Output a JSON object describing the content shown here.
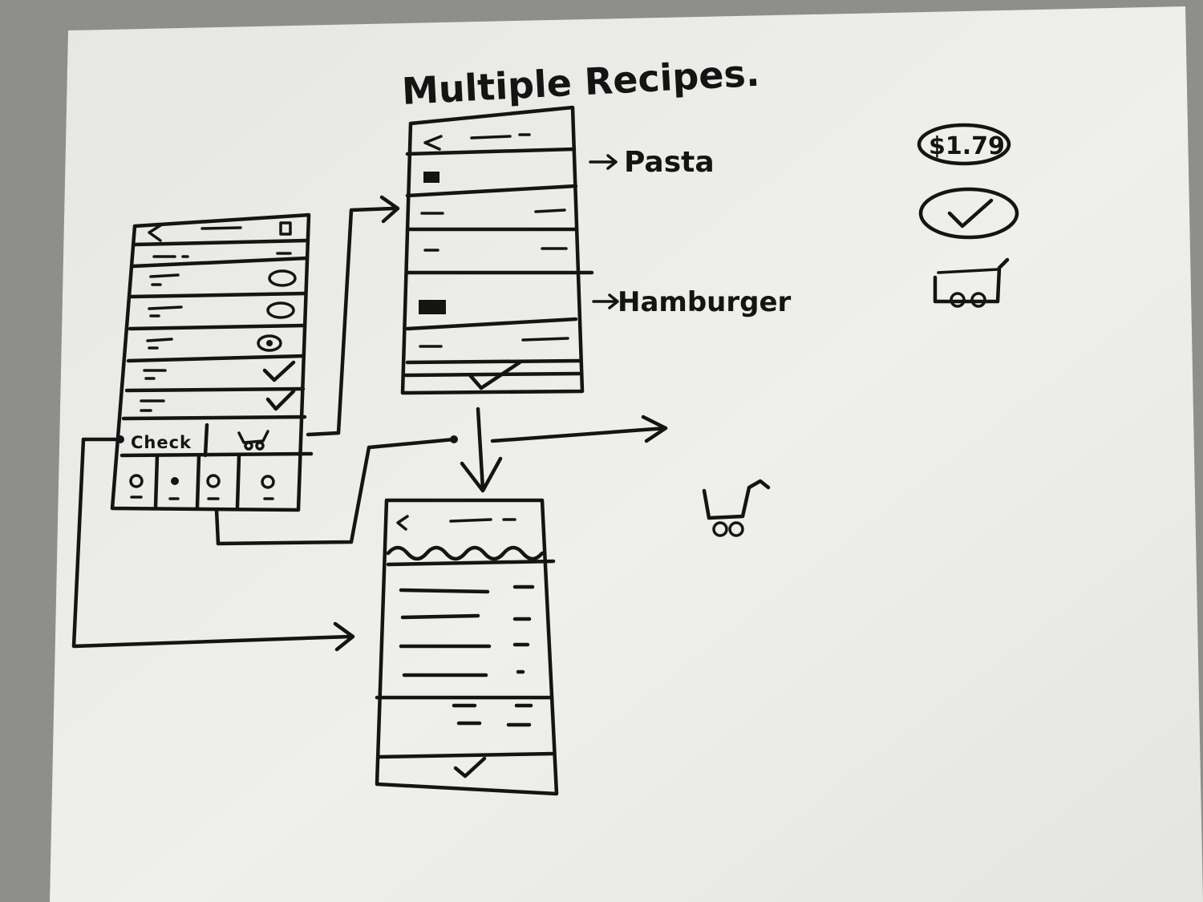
{
  "sketch": {
    "title": "Multiple Recipes.",
    "labels": {
      "pasta": "Pasta",
      "hamburger": "Hamburger",
      "check_button": "Check",
      "price": "$1.79"
    },
    "icons": {
      "check": "check-icon",
      "cart": "cart-icon",
      "back": "back-arrow-icon"
    },
    "colors": {
      "ink": "#141414",
      "paper": "#eeeeeb"
    }
  }
}
